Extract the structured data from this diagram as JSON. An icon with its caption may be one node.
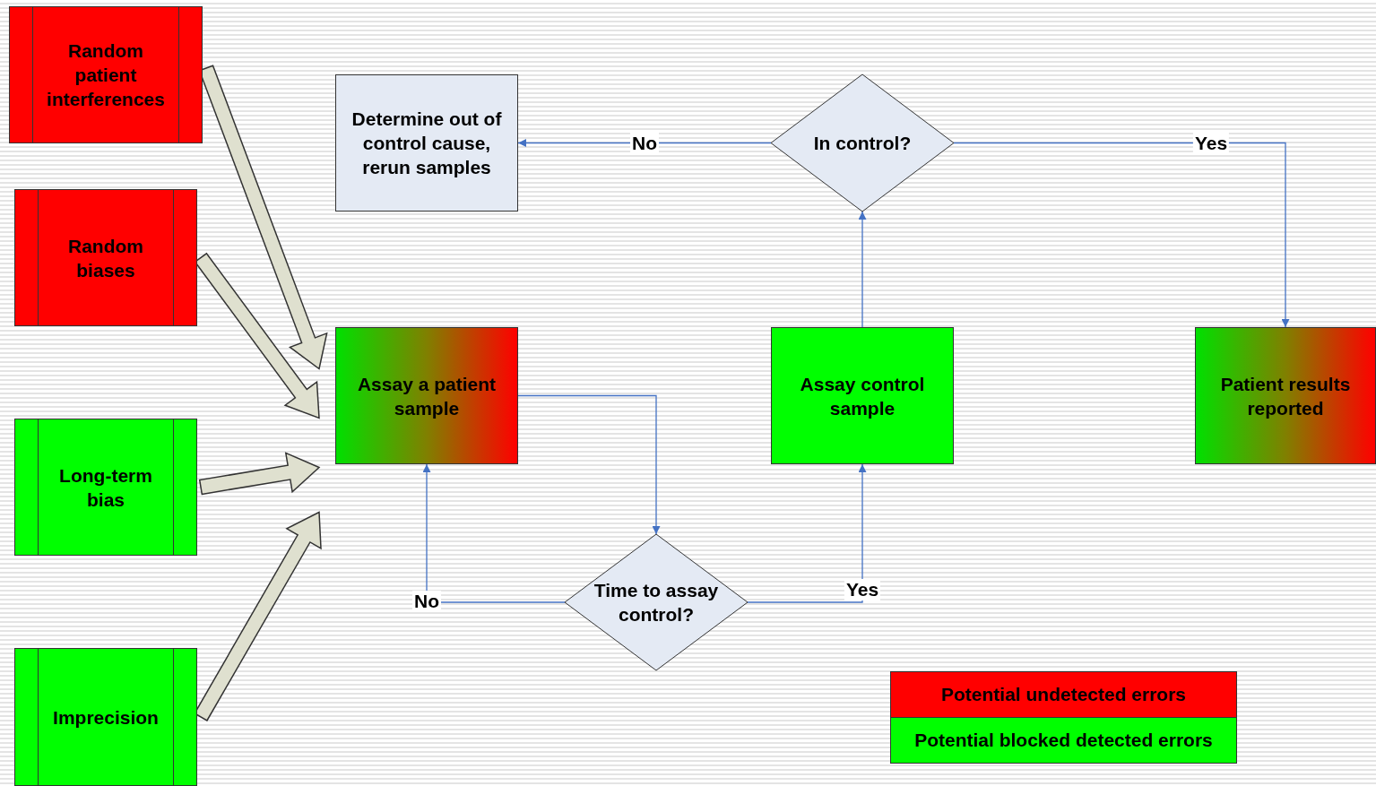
{
  "diagram": {
    "nodes": [
      {
        "text": [
          "Random patient interferences"
        ]
      },
      {
        "text": [
          "Random biases"
        ]
      },
      {
        "text": [
          "Long-term bias"
        ]
      },
      {
        "text": [
          "Imprecision"
        ]
      },
      {
        "text": [
          "Determine out of control cause, rerun samples"
        ]
      },
      {
        "text": [
          "In control?"
        ]
      },
      {
        "text": [
          "Assay a patient sample"
        ]
      },
      {
        "text": [
          "Assay control sample"
        ]
      },
      {
        "text": [
          "Patient results reported"
        ]
      },
      {
        "text": [
          "Time to assay control?"
        ]
      }
    ],
    "edges": [
      {
        "from": 0,
        "to": 6,
        "arrow": "to",
        "style": "thick"
      },
      {
        "from": 1,
        "to": 6,
        "arrow": "to",
        "style": "thick"
      },
      {
        "from": 2,
        "to": 6,
        "arrow": "to",
        "style": "thick"
      },
      {
        "from": 3,
        "to": 6,
        "arrow": "to",
        "style": "thick"
      },
      {
        "from": 6,
        "to": 9,
        "arrow": "to"
      },
      {
        "from": 9,
        "to": 6,
        "arrow": "to",
        "label": "No"
      },
      {
        "from": 9,
        "to": 7,
        "arrow": "to",
        "label": "Yes"
      },
      {
        "from": 7,
        "to": 5,
        "arrow": "to"
      },
      {
        "from": 5,
        "to": 4,
        "arrow": "to",
        "label": "No"
      },
      {
        "from": 5,
        "to": 8,
        "arrow": "to",
        "label": "Yes"
      }
    ],
    "legend": [
      {
        "text": "Potential undetected errors",
        "color": "#ff0000"
      },
      {
        "text": "Potential blocked detected errors",
        "color": "#00ff00"
      }
    ]
  }
}
